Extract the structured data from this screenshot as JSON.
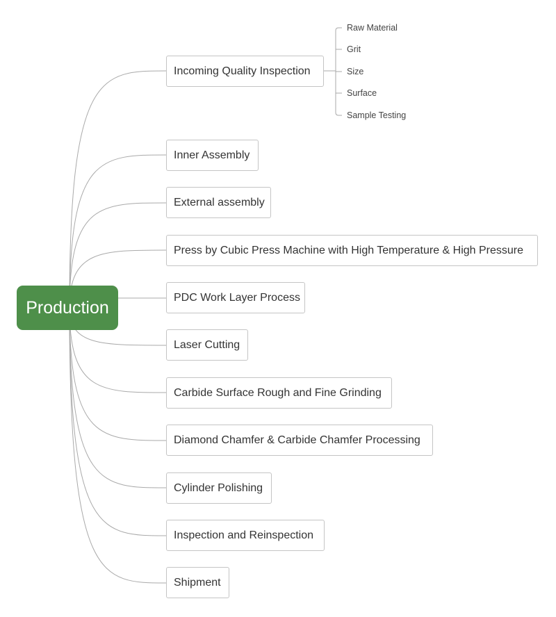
{
  "diagram": {
    "root": {
      "label": "Production",
      "color": "#4e8f4a"
    },
    "branches": [
      {
        "label": "Incoming Quality Inspection",
        "children": [
          "Raw Material",
          "Grit",
          "Size",
          "Surface",
          "Sample Testing"
        ]
      },
      {
        "label": "Inner Assembly"
      },
      {
        "label": "External assembly"
      },
      {
        "label": "Press by Cubic Press Machine with High Temperature & High Pressure"
      },
      {
        "label": "PDC Work Layer Process"
      },
      {
        "label": "Laser Cutting"
      },
      {
        "label": "Carbide Surface Rough and Fine Grinding"
      },
      {
        "label": "Diamond Chamfer & Carbide Chamfer Processing"
      },
      {
        "label": "Cylinder Polishing"
      },
      {
        "label": "Inspection and Reinspection"
      },
      {
        "label": "Shipment"
      }
    ],
    "line_color": "#a9a9a9"
  }
}
